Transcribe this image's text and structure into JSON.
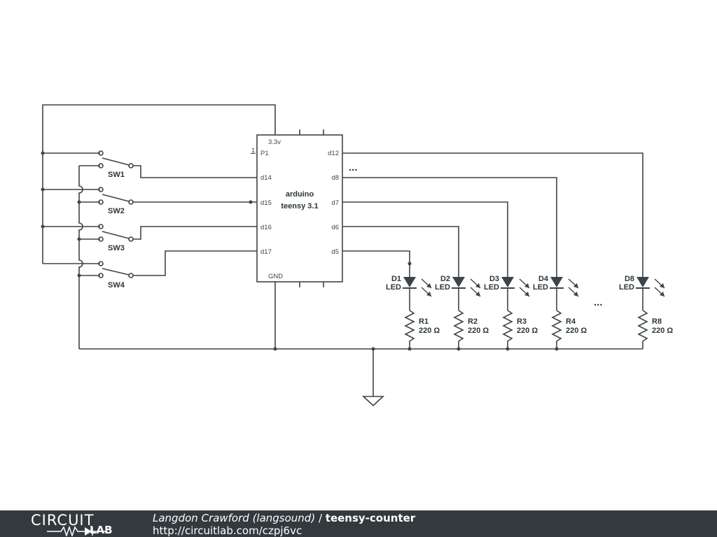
{
  "schematic": {
    "chip": {
      "name_line1": "arduino",
      "name_line2": "teensy 3.1",
      "power_pin": "3.3v",
      "ground_pin": "GND",
      "pin1_marker": "1",
      "left_pins": [
        "P1",
        "d14",
        "d15",
        "d16",
        "d17"
      ],
      "right_pins": [
        "d12",
        "d8",
        "d7",
        "d6",
        "d5"
      ]
    },
    "switches": [
      "SW1",
      "SW2",
      "SW3",
      "SW4"
    ],
    "leds": [
      {
        "name": "D1",
        "type": "LED"
      },
      {
        "name": "D2",
        "type": "LED"
      },
      {
        "name": "D3",
        "type": "LED"
      },
      {
        "name": "D4",
        "type": "LED"
      },
      {
        "name": "D8",
        "type": "LED"
      }
    ],
    "resistors": [
      {
        "name": "R1",
        "value": "220 Ω"
      },
      {
        "name": "R2",
        "value": "220 Ω"
      },
      {
        "name": "R3",
        "value": "220 Ω"
      },
      {
        "name": "R4",
        "value": "220 Ω"
      },
      {
        "name": "R8",
        "value": "220 Ω"
      }
    ],
    "ellipsis": "..."
  },
  "footer": {
    "brand_top": "CIRCUIT",
    "brand_bottom": "LAB",
    "author": "Langdon Crawford (langsound)",
    "separator": " / ",
    "title": "teensy-counter",
    "url": "http://circuitlab.com/czpj6vc"
  },
  "colors": {
    "wire": "#3d4449",
    "footer_bg": "#333a3e",
    "footer_text": "#ffffff"
  }
}
